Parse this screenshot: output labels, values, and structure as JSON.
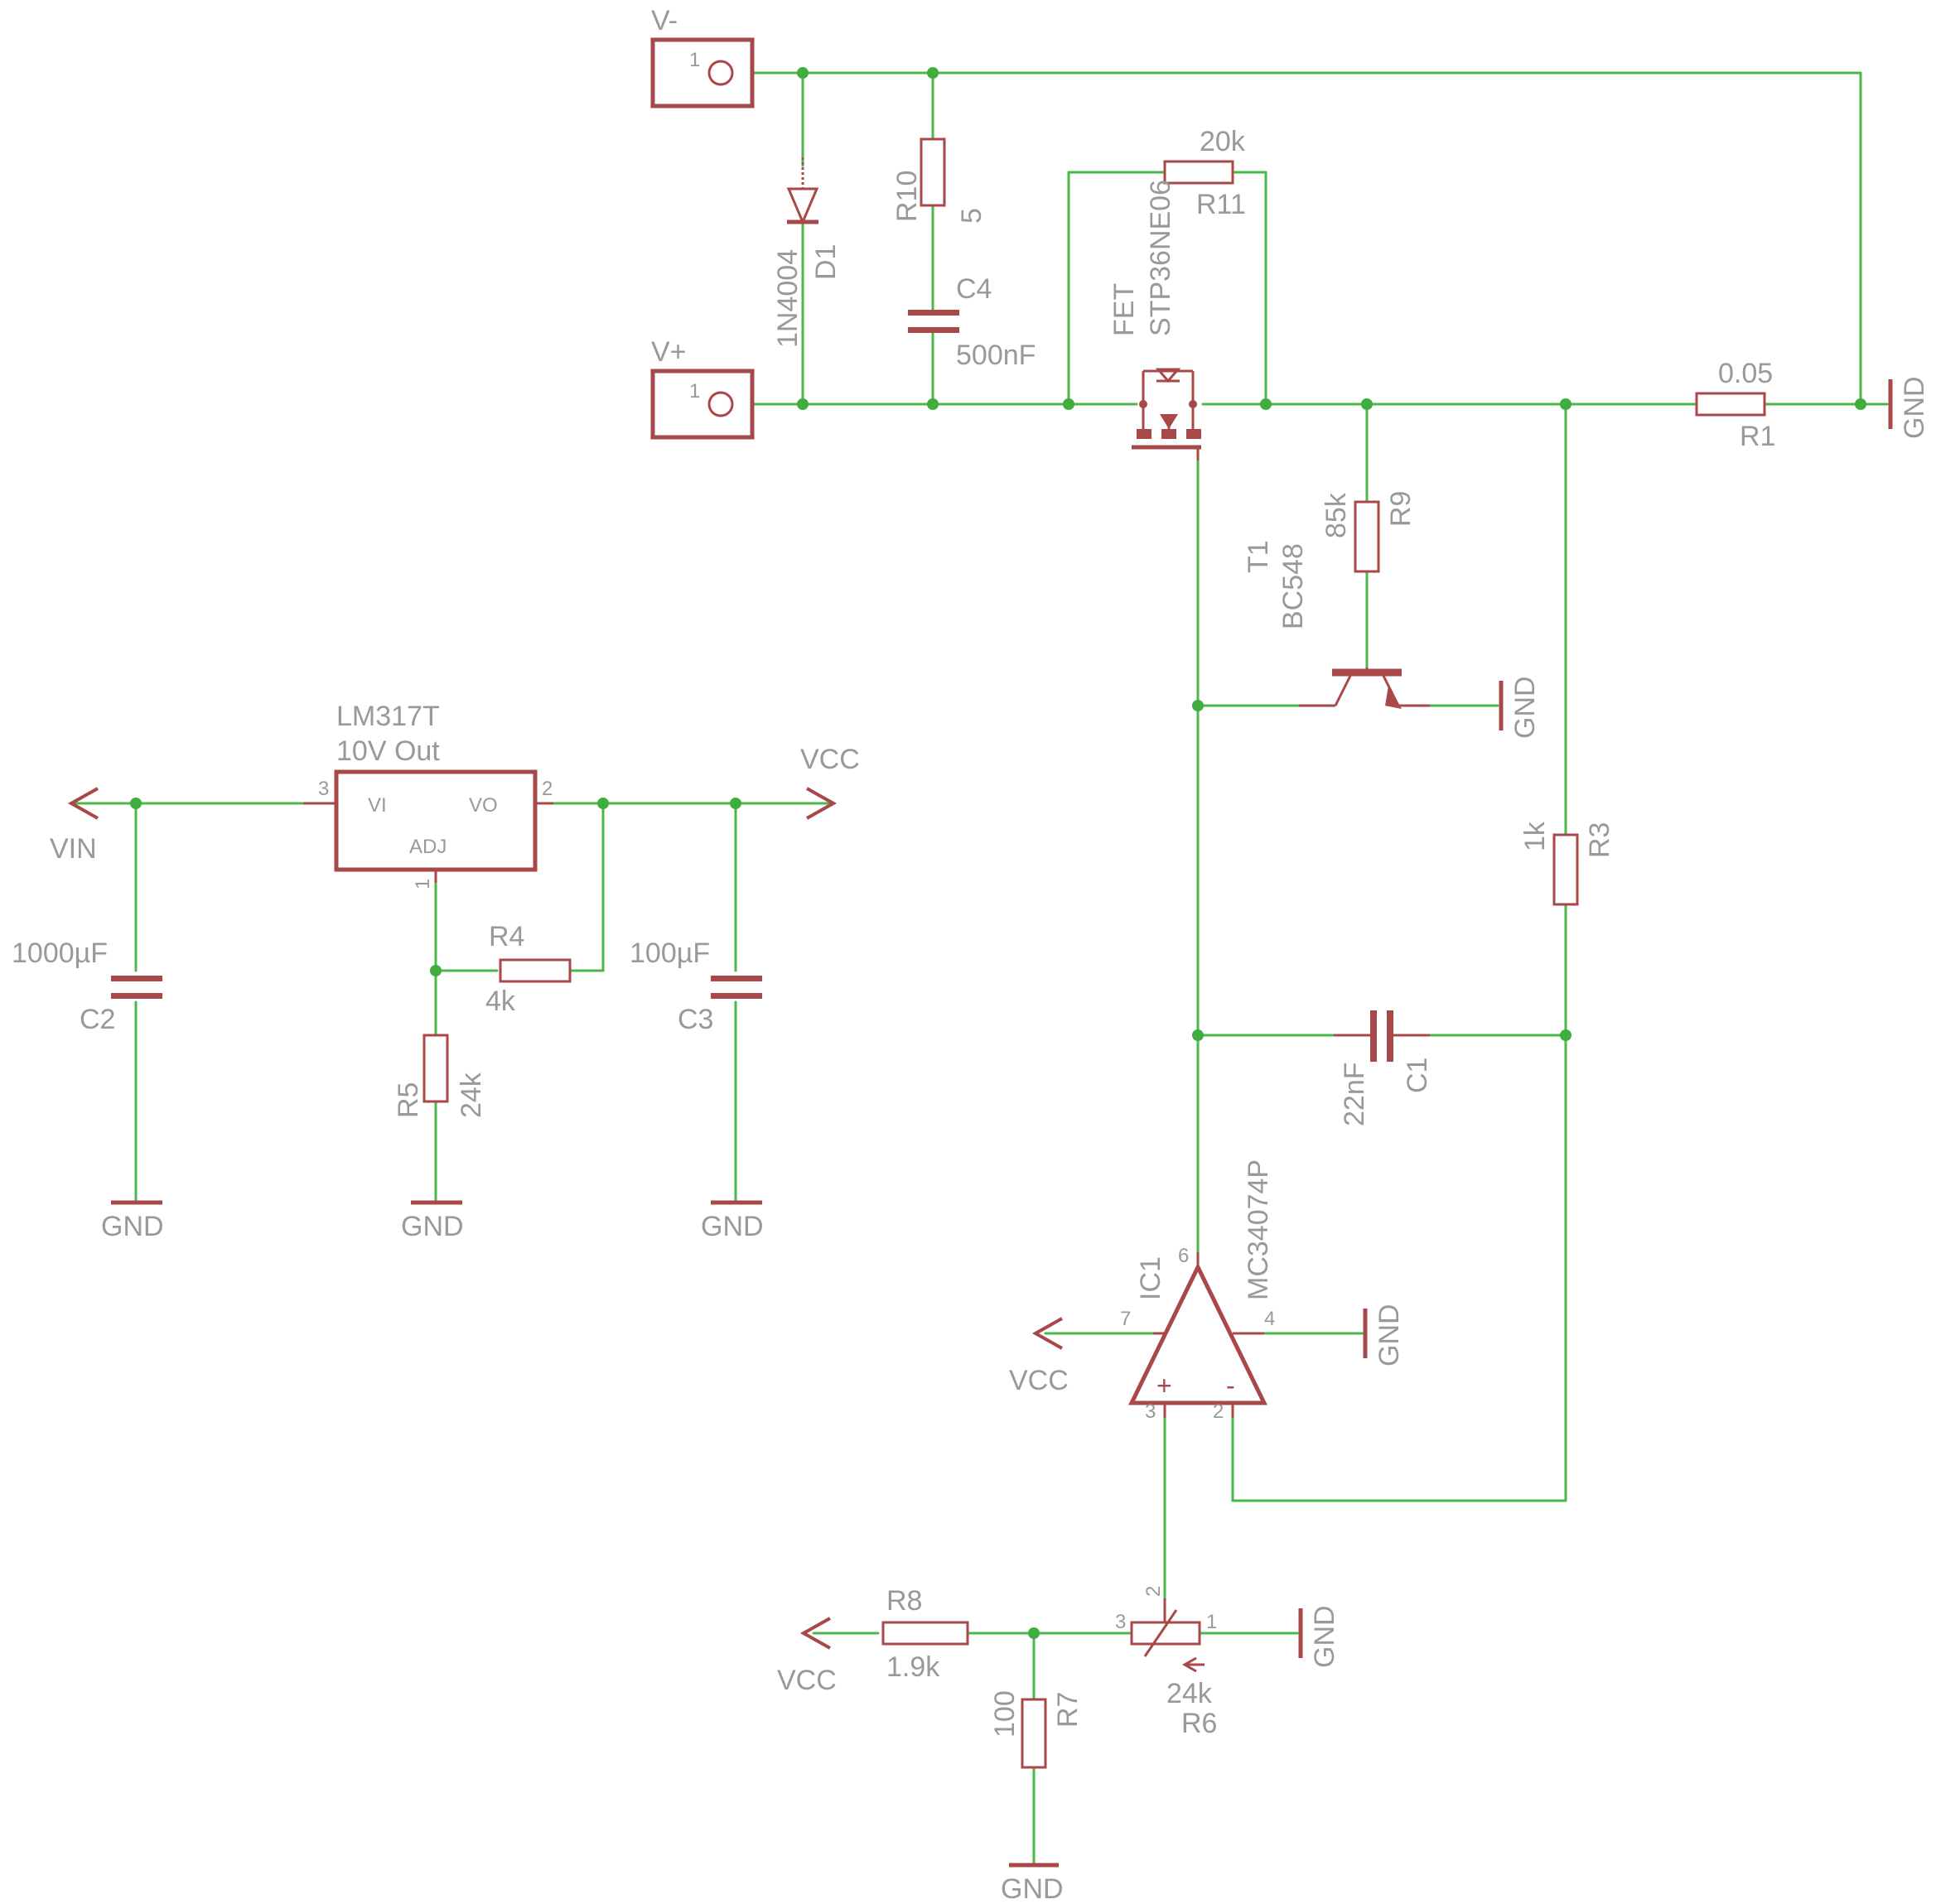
{
  "palette": {
    "wire": "#4bb84b",
    "symbol": "#a84848",
    "junction": "#3fae3f",
    "text": "#999999"
  },
  "terminals": {
    "vminus": "V-",
    "vplus": "V+",
    "pin": "1"
  },
  "d1": {
    "name": "D1",
    "value": "1N4004"
  },
  "r10": {
    "name": "R10",
    "value": "5"
  },
  "c4": {
    "name": "C4",
    "value": "500nF"
  },
  "r11": {
    "name": "R11",
    "value": "20k"
  },
  "fet": {
    "name": "FET",
    "value": "STP36NE06"
  },
  "r1": {
    "name": "R1",
    "value": "0.05"
  },
  "r9": {
    "name": "R9",
    "value": "85k"
  },
  "t1": {
    "name": "T1",
    "value": "BC548"
  },
  "r3": {
    "name": "R3",
    "value": "1k"
  },
  "c1": {
    "name": "C1",
    "value": "22nF"
  },
  "ic1": {
    "name": "IC1",
    "value": "MC34074P",
    "pins": {
      "out": "6",
      "vcc": "7",
      "gnd": "4",
      "plus": "3",
      "minus": "2"
    },
    "plus_sign": "+",
    "minus_sign": "-"
  },
  "regulator": {
    "part": "LM317T",
    "note": "10V Out",
    "vi": "VI",
    "vo": "VO",
    "adj": "ADJ",
    "pin_vi": "3",
    "pin_vo": "2",
    "pin_adj": "1"
  },
  "c2": {
    "name": "C2",
    "value": "1000µF"
  },
  "c3": {
    "name": "C3",
    "value": "100µF"
  },
  "r4": {
    "name": "R4",
    "value": "4k"
  },
  "r5": {
    "name": "R5",
    "value": "24k"
  },
  "r8": {
    "name": "R8",
    "value": "1.9k"
  },
  "r7": {
    "name": "R7",
    "value": "100"
  },
  "r6": {
    "name": "R6",
    "value": "24k",
    "pin1": "1",
    "pin2": "2",
    "pin3": "3"
  },
  "nets": {
    "gnd": "GND",
    "vcc": "VCC",
    "vin": "VIN"
  }
}
